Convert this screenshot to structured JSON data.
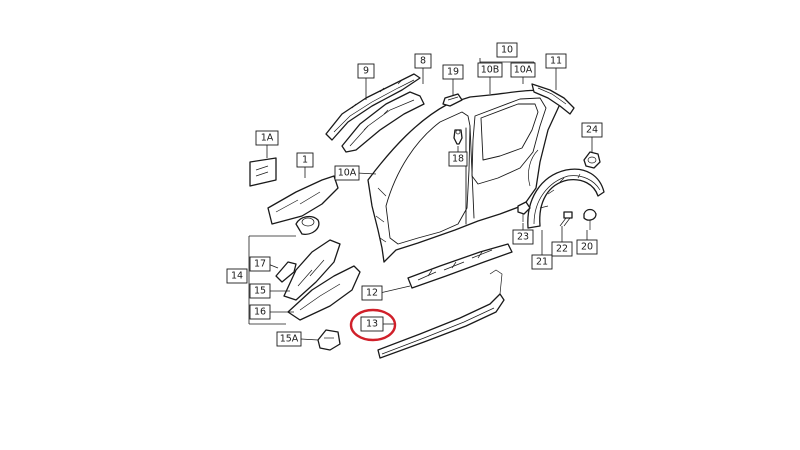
{
  "callouts": [
    {
      "id": "c1",
      "label": "1"
    },
    {
      "id": "c1a",
      "label": "1A"
    },
    {
      "id": "c8",
      "label": "8"
    },
    {
      "id": "c9",
      "label": "9"
    },
    {
      "id": "c10",
      "label": "10"
    },
    {
      "id": "c10a",
      "label": "10A"
    },
    {
      "id": "c10b",
      "label": "10B"
    },
    {
      "id": "c10a2",
      "label": "10A"
    },
    {
      "id": "c11",
      "label": "11"
    },
    {
      "id": "c12",
      "label": "12"
    },
    {
      "id": "c13",
      "label": "13"
    },
    {
      "id": "c14",
      "label": "14"
    },
    {
      "id": "c15",
      "label": "15"
    },
    {
      "id": "c15a",
      "label": "15A"
    },
    {
      "id": "c16",
      "label": "16"
    },
    {
      "id": "c17",
      "label": "17"
    },
    {
      "id": "c18",
      "label": "18"
    },
    {
      "id": "c19",
      "label": "19"
    },
    {
      "id": "c20",
      "label": "20"
    },
    {
      "id": "c21",
      "label": "21"
    },
    {
      "id": "c22",
      "label": "22"
    },
    {
      "id": "c23",
      "label": "23"
    },
    {
      "id": "c24",
      "label": "24"
    }
  ],
  "colors": {
    "line": "#1a1a1a",
    "highlight": "#d0202a"
  }
}
